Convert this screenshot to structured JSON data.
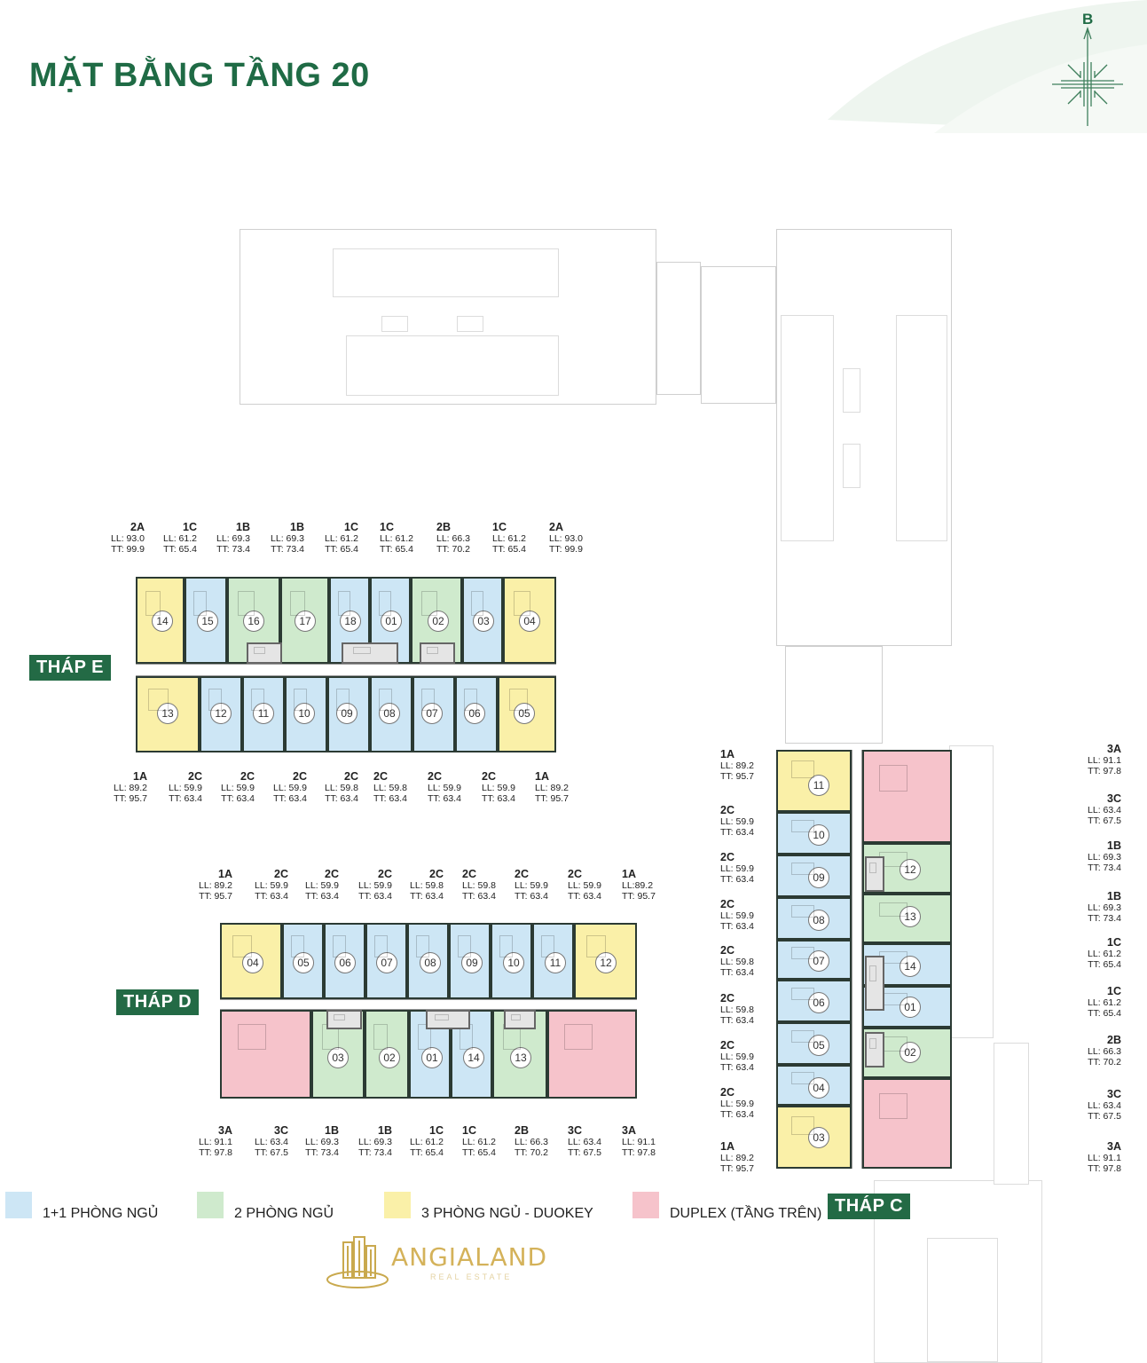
{
  "title": "MẶT BẰNG TẦNG 20",
  "compass": {
    "north_label": "B",
    "icon": "compass-rose-icon"
  },
  "colors": {
    "title": "#1f6b45",
    "tag_bg": "#236a45",
    "one_plus_one": "#cde6f5",
    "two_bed": "#cfeacd",
    "three_bed": "#faf0a8",
    "duplex": "#f6c3cb"
  },
  "legend": [
    {
      "label": "1+1 PHÒNG NGỦ",
      "color": "#cde6f5"
    },
    {
      "label": "2 PHÒNG NGỦ",
      "color": "#cfeacd"
    },
    {
      "label": "3 PHÒNG NGỦ - DUOKEY",
      "color": "#faf0a8"
    },
    {
      "label": "DUPLEX (TẦNG TRÊN)",
      "color": "#f6c3cb"
    }
  ],
  "logo": {
    "name": "ANGIALAND",
    "tagline": "REAL ESTATE"
  },
  "towers": {
    "E": {
      "label": "THÁP E",
      "top_units": [
        {
          "no": "14",
          "type": "2A",
          "ll": "LL: 93.0",
          "tt": "TT: 99.9",
          "color": "yellow"
        },
        {
          "no": "15",
          "type": "1C",
          "ll": "LL: 61.2",
          "tt": "TT: 65.4",
          "color": "blue"
        },
        {
          "no": "16",
          "type": "1B",
          "ll": "LL: 69.3",
          "tt": "TT: 73.4",
          "color": "green"
        },
        {
          "no": "17",
          "type": "1B",
          "ll": "LL: 69.3",
          "tt": "TT: 73.4",
          "color": "green"
        },
        {
          "no": "18",
          "type": "1C",
          "ll": "LL: 61.2",
          "tt": "TT: 65.4",
          "color": "blue"
        },
        {
          "no": "01",
          "type": "1C",
          "ll": "LL: 61.2",
          "tt": "TT: 65.4",
          "color": "blue"
        },
        {
          "no": "02",
          "type": "2B",
          "ll": "LL: 66.3",
          "tt": "TT: 70.2",
          "color": "green"
        },
        {
          "no": "03",
          "type": "1C",
          "ll": "LL: 61.2",
          "tt": "TT: 65.4",
          "color": "blue"
        },
        {
          "no": "04",
          "type": "2A",
          "ll": "LL: 93.0",
          "tt": "TT: 99.9",
          "color": "yellow"
        }
      ],
      "bottom_units": [
        {
          "no": "13",
          "type": "1A",
          "ll": "LL: 89.2",
          "tt": "TT: 95.7",
          "color": "yellow"
        },
        {
          "no": "12",
          "type": "2C",
          "ll": "LL: 59.9",
          "tt": "TT: 63.4",
          "color": "blue"
        },
        {
          "no": "11",
          "type": "2C",
          "ll": "LL: 59.9",
          "tt": "TT: 63.4",
          "color": "blue"
        },
        {
          "no": "10",
          "type": "2C",
          "ll": "LL: 59.9",
          "tt": "TT: 63.4",
          "color": "blue"
        },
        {
          "no": "09",
          "type": "2C",
          "ll": "LL: 59.8",
          "tt": "TT: 63.4",
          "color": "blue"
        },
        {
          "no": "08",
          "type": "2C",
          "ll": "LL: 59.8",
          "tt": "TT: 63.4",
          "color": "blue"
        },
        {
          "no": "07",
          "type": "2C",
          "ll": "LL: 59.9",
          "tt": "TT: 63.4",
          "color": "blue"
        },
        {
          "no": "06",
          "type": "2C",
          "ll": "LL: 59.9",
          "tt": "TT: 63.4",
          "color": "blue"
        },
        {
          "no": "05",
          "type": "1A",
          "ll": "LL: 89.2",
          "tt": "TT: 95.7",
          "color": "yellow"
        }
      ]
    },
    "D": {
      "label": "THÁP D",
      "top_units": [
        {
          "no": "04",
          "type": "1A",
          "ll": "LL: 89.2",
          "tt": "TT: 95.7",
          "color": "yellow"
        },
        {
          "no": "05",
          "type": "2C",
          "ll": "LL: 59.9",
          "tt": "TT: 63.4",
          "color": "blue"
        },
        {
          "no": "06",
          "type": "2C",
          "ll": "LL: 59.9",
          "tt": "TT: 63.4",
          "color": "blue"
        },
        {
          "no": "07",
          "type": "2C",
          "ll": "LL: 59.9",
          "tt": "TT: 63.4",
          "color": "blue"
        },
        {
          "no": "08",
          "type": "2C",
          "ll": "LL: 59.8",
          "tt": "TT: 63.4",
          "color": "blue"
        },
        {
          "no": "09",
          "type": "2C",
          "ll": "LL: 59.8",
          "tt": "TT: 63.4",
          "color": "blue"
        },
        {
          "no": "10",
          "type": "2C",
          "ll": "LL: 59.9",
          "tt": "TT: 63.4",
          "color": "blue"
        },
        {
          "no": "11",
          "type": "2C",
          "ll": "LL: 59.9",
          "tt": "TT: 63.4",
          "color": "blue"
        },
        {
          "no": "12",
          "type": "1A",
          "ll": "LL:89.2",
          "tt": "TT: 95.7",
          "color": "yellow"
        }
      ],
      "bottom_units": [
        {
          "no": "",
          "type": "3A",
          "ll": "LL: 91.1",
          "tt": "TT: 97.8",
          "color": "pink"
        },
        {
          "no": "",
          "type": "3C",
          "ll": "LL: 63.4",
          "tt": "TT: 67.5",
          "color": "pink"
        },
        {
          "no": "03",
          "type": "1B",
          "ll": "LL: 69.3",
          "tt": "TT: 73.4",
          "color": "green"
        },
        {
          "no": "02",
          "type": "1B",
          "ll": "LL: 69.3",
          "tt": "TT: 73.4",
          "color": "green"
        },
        {
          "no": "01",
          "type": "1C",
          "ll": "LL: 61.2",
          "tt": "TT: 65.4",
          "color": "blue"
        },
        {
          "no": "14",
          "type": "1C",
          "ll": "LL: 61.2",
          "tt": "TT: 65.4",
          "color": "blue"
        },
        {
          "no": "13",
          "type": "2B",
          "ll": "LL: 66.3",
          "tt": "TT: 70.2",
          "color": "green"
        },
        {
          "no": "",
          "type": "3C",
          "ll": "LL: 63.4",
          "tt": "TT: 67.5",
          "color": "pink"
        },
        {
          "no": "",
          "type": "3A",
          "ll": "LL: 91.1",
          "tt": "TT: 97.8",
          "color": "pink"
        }
      ]
    },
    "C": {
      "label": "THÁP C",
      "left_units": [
        {
          "no": "11",
          "type": "1A",
          "ll": "LL: 89.2",
          "tt": "TT: 95.7",
          "color": "yellow"
        },
        {
          "no": "10",
          "type": "2C",
          "ll": "LL: 59.9",
          "tt": "TT: 63.4",
          "color": "blue"
        },
        {
          "no": "09",
          "type": "2C",
          "ll": "LL: 59.9",
          "tt": "TT: 63.4",
          "color": "blue"
        },
        {
          "no": "08",
          "type": "2C",
          "ll": "LL: 59.9",
          "tt": "TT: 63.4",
          "color": "blue"
        },
        {
          "no": "07",
          "type": "2C",
          "ll": "LL: 59.8",
          "tt": "TT: 63.4",
          "color": "blue"
        },
        {
          "no": "06",
          "type": "2C",
          "ll": "LL: 59.8",
          "tt": "TT: 63.4",
          "color": "blue"
        },
        {
          "no": "05",
          "type": "2C",
          "ll": "LL: 59.9",
          "tt": "TT: 63.4",
          "color": "blue"
        },
        {
          "no": "04",
          "type": "2C",
          "ll": "LL: 59.9",
          "tt": "TT: 63.4",
          "color": "blue"
        },
        {
          "no": "03",
          "type": "1A",
          "ll": "LL: 89.2",
          "tt": "TT: 95.7",
          "color": "yellow"
        }
      ],
      "right_units": [
        {
          "no": "",
          "type": "3A",
          "ll": "LL: 91.1",
          "tt": "TT: 97.8",
          "color": "pink"
        },
        {
          "no": "",
          "type": "3C",
          "ll": "LL: 63.4",
          "tt": "TT: 67.5",
          "color": "pink"
        },
        {
          "no": "12",
          "type": "1B",
          "ll": "LL: 69.3",
          "tt": "TT: 73.4",
          "color": "green"
        },
        {
          "no": "13",
          "type": "1B",
          "ll": "LL: 69.3",
          "tt": "TT: 73.4",
          "color": "green"
        },
        {
          "no": "14",
          "type": "1C",
          "ll": "LL: 61.2",
          "tt": "TT: 65.4",
          "color": "blue"
        },
        {
          "no": "01",
          "type": "1C",
          "ll": "LL: 61.2",
          "tt": "TT: 65.4",
          "color": "blue"
        },
        {
          "no": "02",
          "type": "2B",
          "ll": "LL: 66.3",
          "tt": "TT: 70.2",
          "color": "green"
        },
        {
          "no": "",
          "type": "3C",
          "ll": "LL: 63.4",
          "tt": "TT: 67.5",
          "color": "pink"
        },
        {
          "no": "",
          "type": "3A",
          "ll": "LL: 91.1",
          "tt": "TT: 97.8",
          "color": "pink"
        }
      ]
    }
  }
}
